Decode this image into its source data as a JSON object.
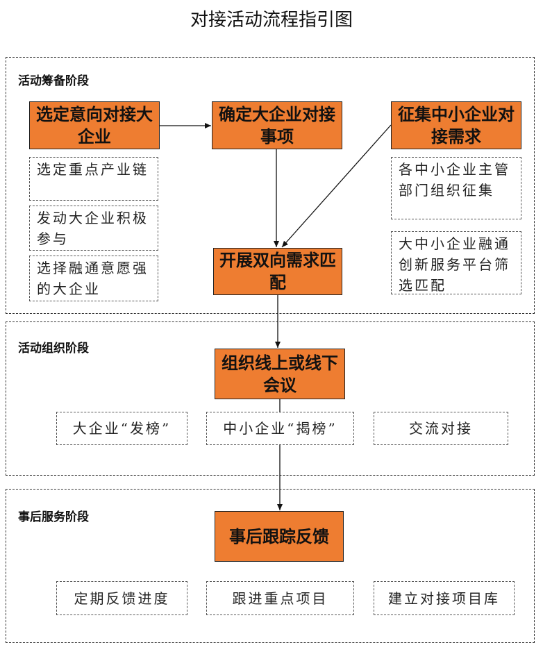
{
  "title": "对接活动流程指引图",
  "stages": [
    {
      "label": "活动筹备阶段",
      "boxes": {
        "select_enterprise": "选定意向对接大企业",
        "confirm_matters": "确定大企业对接事项",
        "collect_demand": "征集中小企业对接需求",
        "matching": "开展双向需求匹配"
      },
      "notes_left": [
        "选定重点产业链",
        "发动大企业积极参与",
        "选择融通意愿强的大企业"
      ],
      "notes_right": [
        "各中小企业主管部门组织征集",
        "大中小企业融通创新服务平台筛选匹配"
      ]
    },
    {
      "label": "活动组织阶段",
      "main_box": "组织线上或线下会议",
      "items": [
        "大企业“发榜”",
        "中小企业“揭榜”",
        "交流对接"
      ]
    },
    {
      "label": "事后服务阶段",
      "main_box": "事后跟踪反馈",
      "items": [
        "定期反馈进度",
        "跟进重点项目",
        "建立对接项目库"
      ]
    }
  ]
}
